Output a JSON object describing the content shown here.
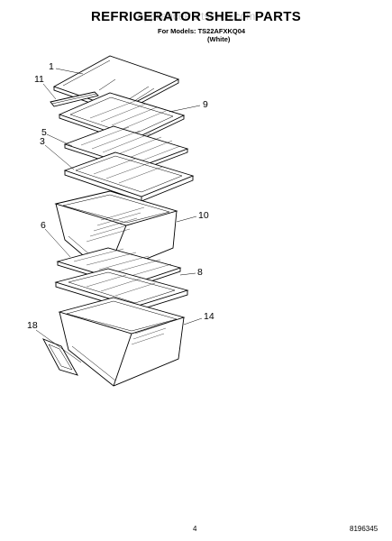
{
  "header": {
    "title": "REFRIGERATOR SHELF PARTS",
    "watermark": "AppliancePartsPros.com",
    "models_line": "For Models: TS22AFXKQ04",
    "color_line": "(White)"
  },
  "callouts": [
    "1",
    "11",
    "9",
    "5",
    "3",
    "10",
    "6",
    "8",
    "14",
    "18"
  ],
  "footer": {
    "page_number": "4",
    "document_number": "8196345"
  }
}
